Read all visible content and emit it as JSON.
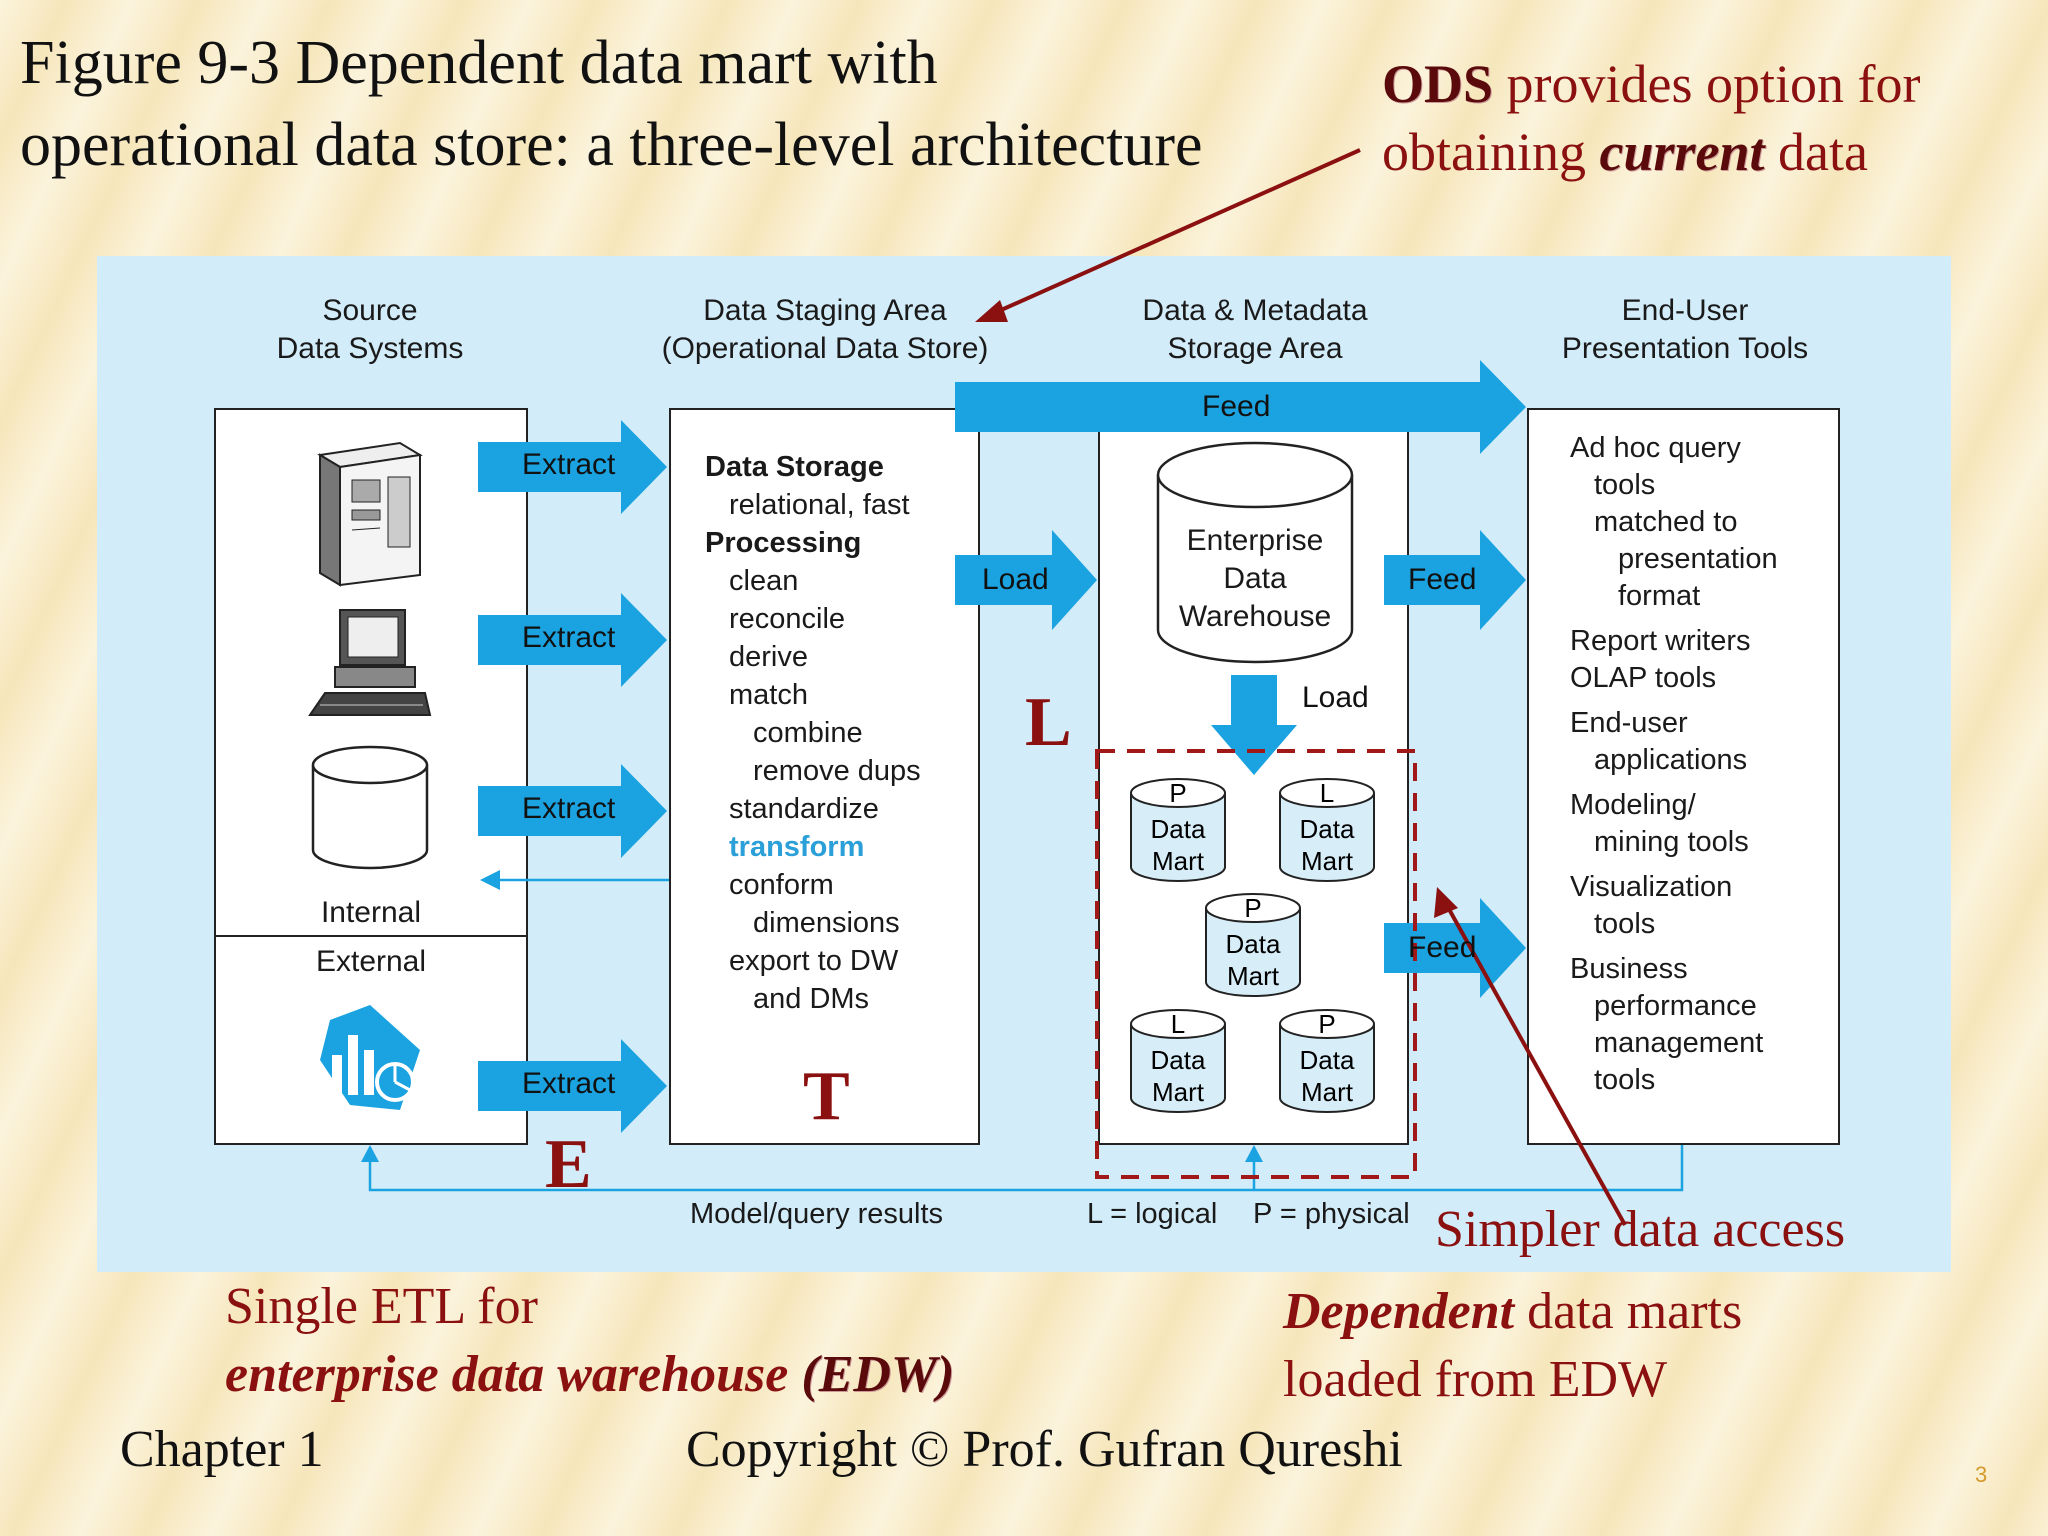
{
  "title": {
    "line1": "Figure 9-3 Dependent data mart with",
    "line2": "operational data store: a three-level architecture"
  },
  "ods_note": {
    "bold": "ODS",
    "rest1": " provides option for",
    "line2_a": "obtaining ",
    "line2_b": "current",
    "line2_c": " data"
  },
  "headers": {
    "source1": "Source",
    "source2": "Data Systems",
    "staging1": "Data Staging Area",
    "staging2": "(Operational Data Store)",
    "storage1": "Data & Metadata",
    "storage2": "Storage Area",
    "enduser1": "End-User",
    "enduser2": "Presentation Tools"
  },
  "source": {
    "internal": "Internal",
    "external": "External"
  },
  "arrows": {
    "extract": "Extract",
    "load": "Load",
    "feed": "Feed"
  },
  "staging_lines": [
    "Data Storage",
    "relational, fast",
    "Processing",
    "clean",
    "reconcile",
    "derive",
    "match",
    "combine",
    "remove dups",
    "standardize",
    "transform",
    "conform",
    "dimensions",
    "export to DW",
    "and DMs"
  ],
  "edw": {
    "l1": "Enterprise",
    "l2": "Data",
    "l3": "Warehouse"
  },
  "marts": [
    {
      "tag": "P",
      "l1": "Data",
      "l2": "Mart"
    },
    {
      "tag": "L",
      "l1": "Data",
      "l2": "Mart"
    },
    {
      "tag": "P",
      "l1": "Data",
      "l2": "Mart"
    },
    {
      "tag": "L",
      "l1": "Data",
      "l2": "Mart"
    },
    {
      "tag": "P",
      "l1": "Data",
      "l2": "Mart"
    }
  ],
  "enduser_lines": [
    "Ad hoc query",
    "tools",
    "matched to",
    "presentation",
    "format",
    "Report writers",
    "OLAP tools",
    "End-user",
    "applications",
    "Modeling/",
    "mining tools",
    "Visualization",
    "tools",
    "Business",
    "performance",
    "management",
    "tools"
  ],
  "bottom": {
    "model_query": "Model/query results",
    "logical": "L = logical",
    "physical": "P = physical"
  },
  "letters": {
    "e": "E",
    "t": "T",
    "l": "L"
  },
  "notes": {
    "simpler": "Simpler data access",
    "single1": "Single ETL for",
    "single2": "enterprise data warehouse",
    "single2b": "(EDW)",
    "dep1a": "Dependent",
    "dep1b": " data marts",
    "dep2": "loaded from EDW"
  },
  "footer": {
    "chapter": "Chapter 1",
    "copyright": "Copyright © Prof. Gufran Qureshi",
    "page": "3"
  },
  "colors": {
    "panel": "#d2ecf9",
    "arrow": "#1aa3e0",
    "accent_red": "#8b1010",
    "transform_blue": "#2a9fd8"
  }
}
